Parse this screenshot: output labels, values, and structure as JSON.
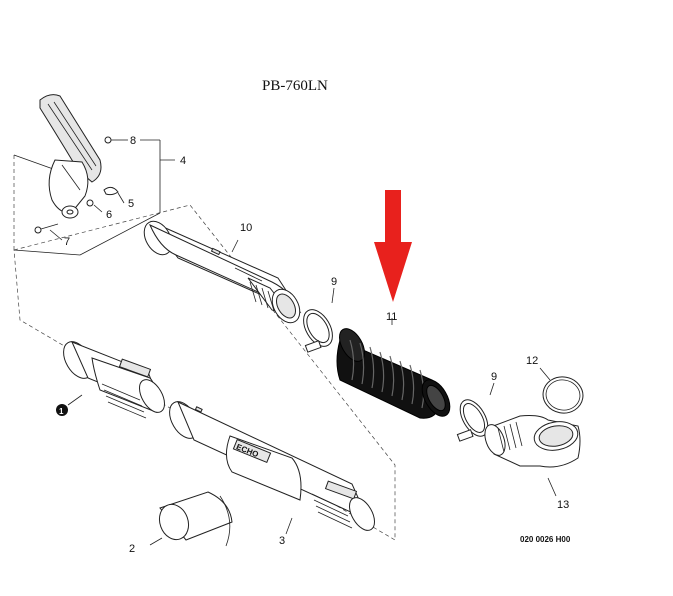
{
  "diagram": {
    "title": "PB-760LN",
    "drawing_code": "020 0026 H00",
    "brand_marking": "ECHO",
    "highlight_color": "#e8211d",
    "callouts": [
      {
        "id": "c1",
        "label": "1",
        "style": "filled"
      },
      {
        "id": "c2",
        "label": "2",
        "style": "plain"
      },
      {
        "id": "c3",
        "label": "3",
        "style": "plain"
      },
      {
        "id": "c4",
        "label": "4",
        "style": "plain"
      },
      {
        "id": "c5",
        "label": "5",
        "style": "plain"
      },
      {
        "id": "c6",
        "label": "6",
        "style": "plain"
      },
      {
        "id": "c7",
        "label": "7",
        "style": "plain"
      },
      {
        "id": "c8",
        "label": "8",
        "style": "plain"
      },
      {
        "id": "c9a",
        "label": "9",
        "style": "plain"
      },
      {
        "id": "c9b",
        "label": "9",
        "style": "plain"
      },
      {
        "id": "c10",
        "label": "10",
        "style": "plain"
      },
      {
        "id": "c11",
        "label": "11",
        "style": "plain"
      },
      {
        "id": "c12",
        "label": "12",
        "style": "plain"
      },
      {
        "id": "c13",
        "label": "13",
        "style": "plain"
      }
    ]
  }
}
